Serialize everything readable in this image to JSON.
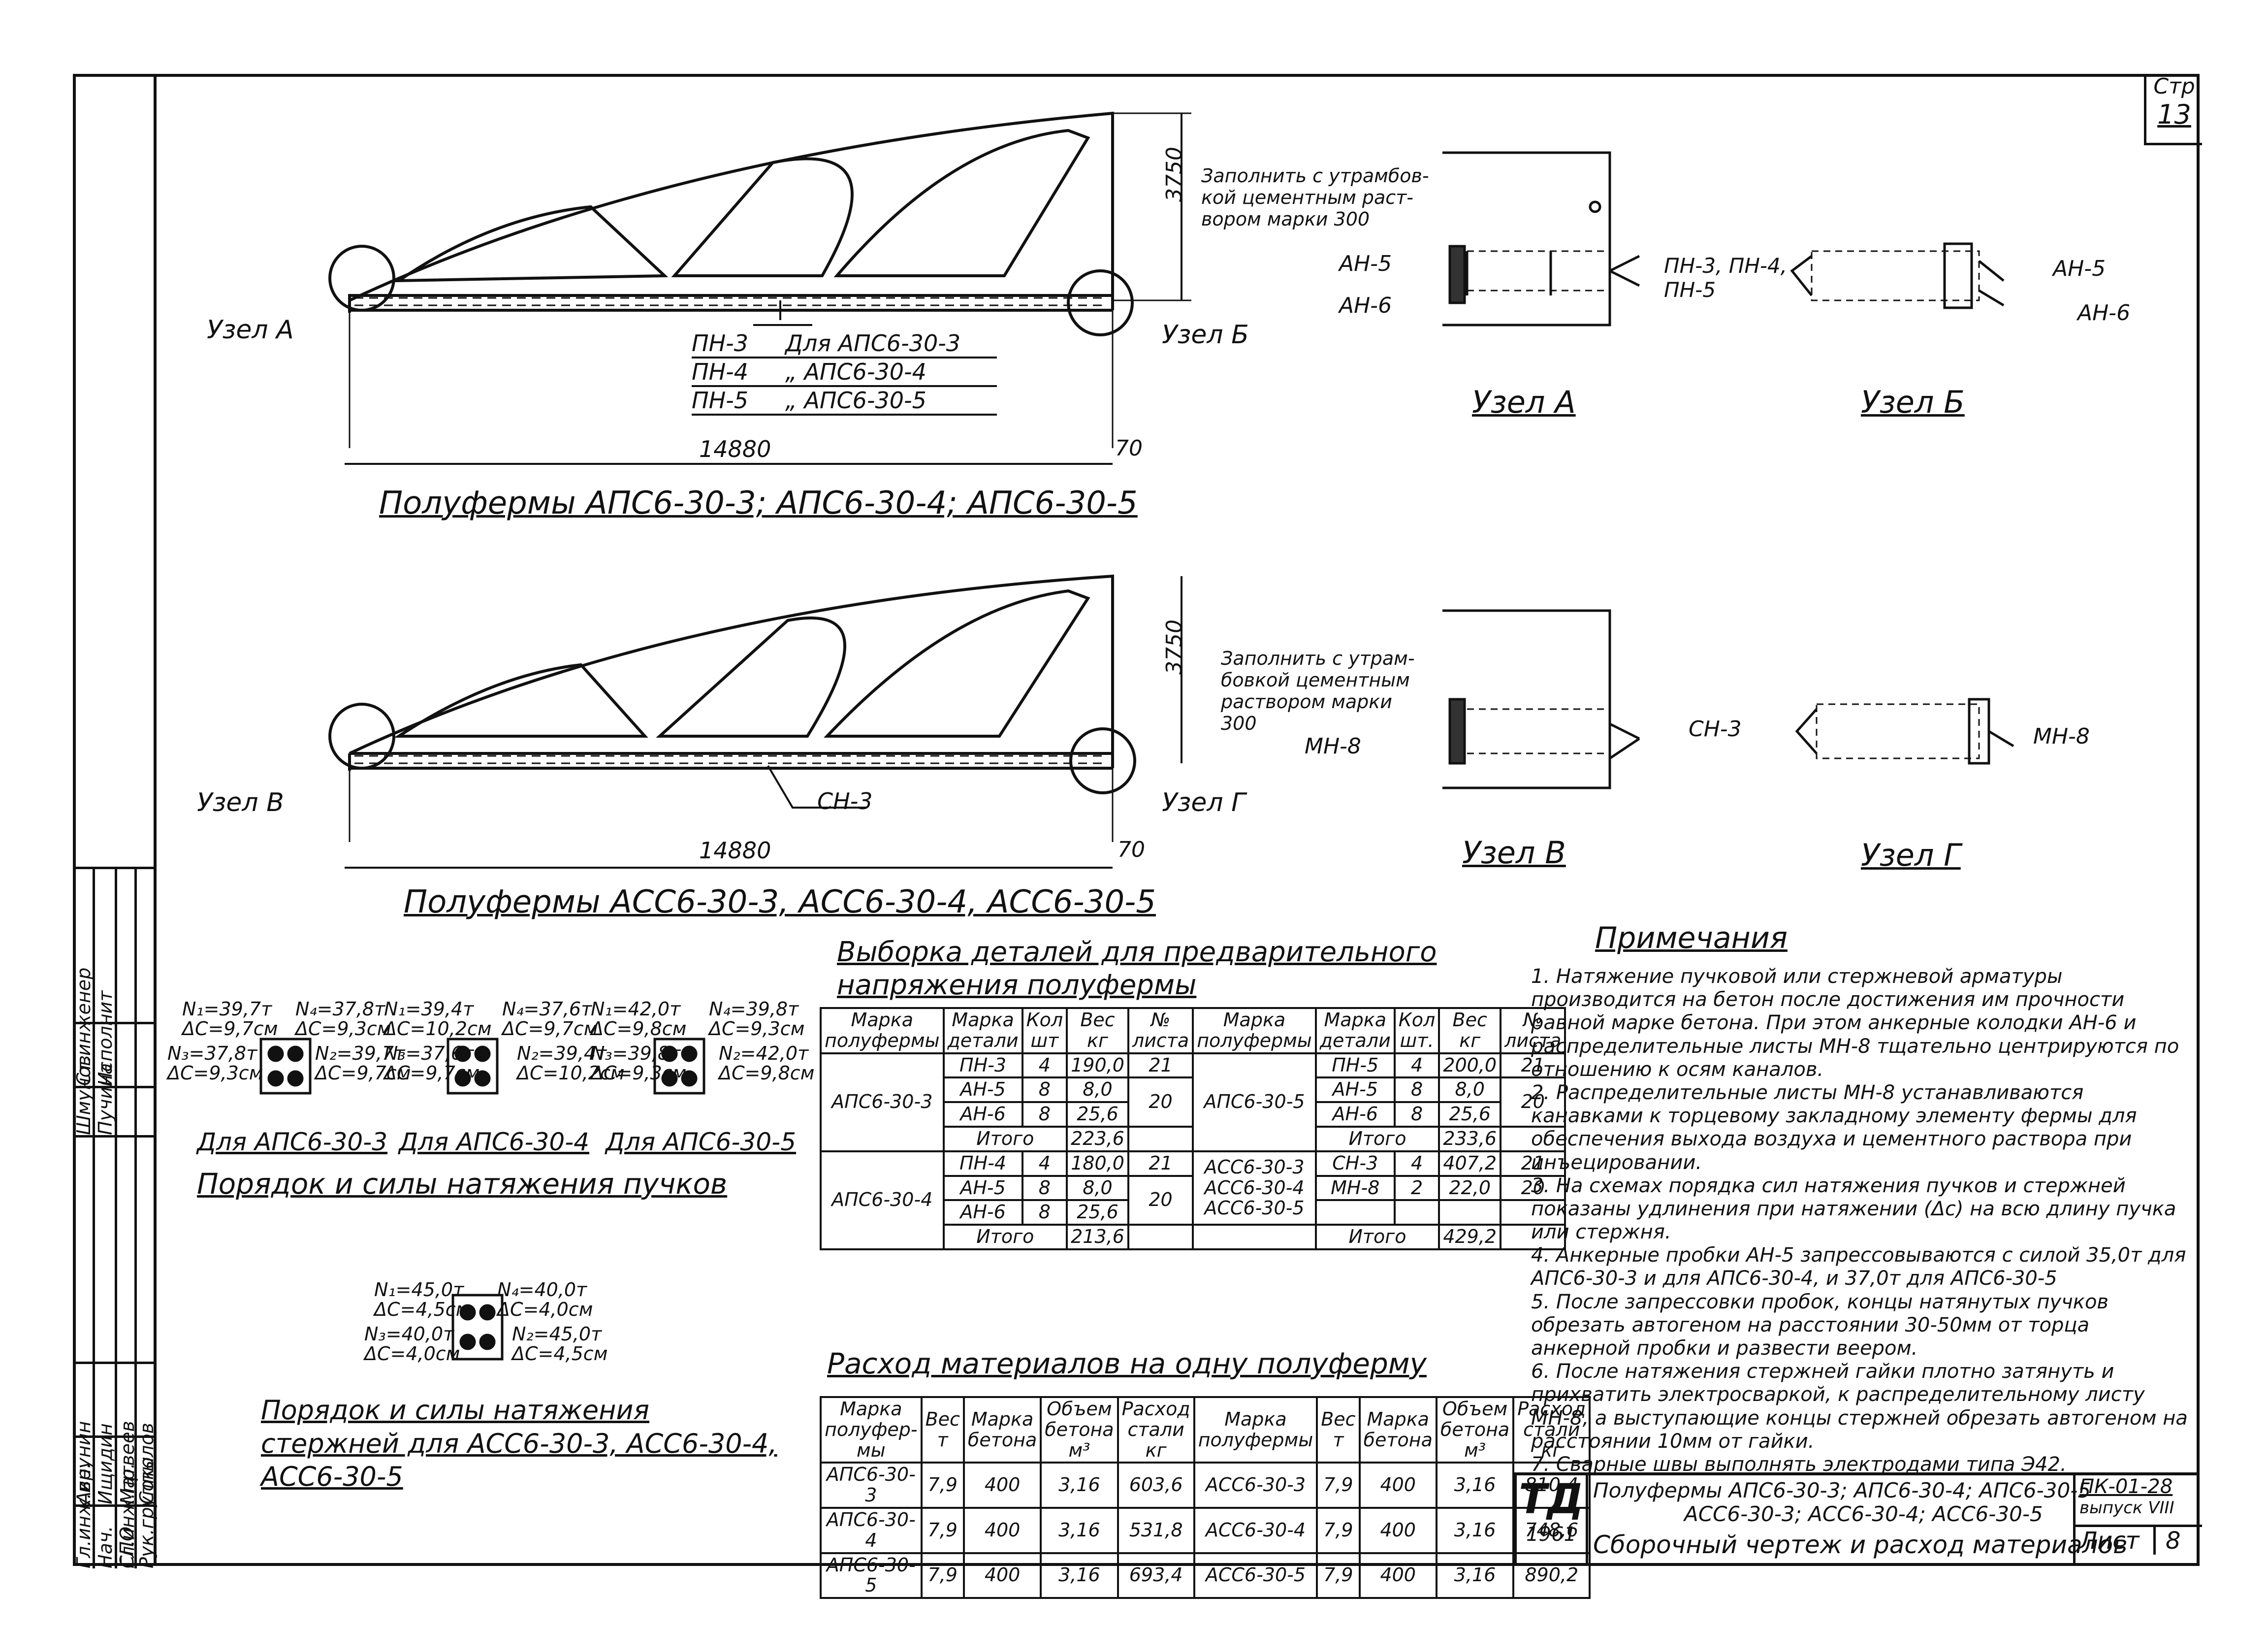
{
  "page": {
    "number_label": "Стр",
    "number": "13"
  },
  "truss1": {
    "title": "Полуфермы АПС6-30-3; АПС6-30-4; АПС6-30-5",
    "height": "3750",
    "length": "14880",
    "offset": "70",
    "node_left": "Узел А",
    "node_right": "Узел Б",
    "legend": [
      {
        "bar": "ПН-3",
        "for": "Для АПС6-30-3"
      },
      {
        "bar": "ПН-4",
        "for": "„ АПС6-30-4"
      },
      {
        "bar": "ПН-5",
        "for": "„ АПС6-30-5"
      }
    ]
  },
  "truss2": {
    "title": "Полуфермы АСС6-30-3, АСС6-30-4, АСС6-30-5",
    "height": "3750",
    "length": "14880",
    "offset": "70",
    "node_left": "Узел В",
    "node_right": "Узел Г",
    "bar": "СН-3"
  },
  "nodeAB": {
    "fill_note": "Заполнить с утрамбов-кой цементным раст-вором марки 300",
    "an5": "АН-5",
    "an6": "АН-6",
    "bars": "ПН-3, ПН-4, ПН-5",
    "caption_a": "Узел А",
    "caption_b": "Узел Б"
  },
  "nodeVG": {
    "fill_note": "Заполнить с утрам-бовкой цементным раствором марки 300",
    "mn8": "МН-8",
    "bar": "СН-3",
    "caption_v": "Узел В",
    "caption_g": "Узел Г"
  },
  "tension_bundles": {
    "title": "Порядок и силы натяжения пучков",
    "groups": [
      {
        "caption": "Для АПС6-30-3",
        "labels": [
          "N₁=39,7т",
          "ΔC=9,7см",
          "N₄=37,8т",
          "ΔC=9,3см",
          "N₃=37,8т",
          "ΔC=9,3см",
          "N₂=39,7т",
          "ΔC=9,7см"
        ]
      },
      {
        "caption": "Для АПС6-30-4",
        "labels": [
          "N₁=39,4т",
          "ΔC=10,2см",
          "N₄=37,6т",
          "ΔC=9,7см",
          "N₃=37,6т",
          "ΔC=9,7см",
          "N₂=39,4т",
          "ΔC=10,2см"
        ]
      },
      {
        "caption": "Для АПС6-30-5",
        "labels": [
          "N₁=42,0т",
          "ΔC=9,8см",
          "N₄=39,8т",
          "ΔC=9,3см",
          "N₃=39,8т",
          "ΔC=9,3см",
          "N₂=42,0т",
          "ΔC=9,8см"
        ]
      }
    ]
  },
  "tension_rods": {
    "title": "Порядок и силы натяжения стержней для АСС6-30-3, АСС6-30-4, АСС6-30-5",
    "labels": [
      "N₁=45,0т",
      "ΔC=4,5см",
      "N₄=40,0т",
      "ΔC=4,0см",
      "N₃=40,0т",
      "ΔC=4,0см",
      "N₂=45,0т",
      "ΔC=4,5см"
    ]
  },
  "details_table": {
    "title": "Выборка деталей для предварительного напряжения полуфермы",
    "headers": [
      "Марка полуфермы",
      "Марка детали",
      "Кол шт",
      "Вес кг",
      "№ листа",
      "Марка полуфермы",
      "Марка детали",
      "Кол шт.",
      "Вес кг",
      "№ листа"
    ],
    "left": [
      {
        "truss": "АПС6-30-3",
        "rows": [
          [
            "ПН-3",
            "4",
            "190,0",
            "21"
          ],
          [
            "АН-5",
            "8",
            "8,0",
            "20"
          ],
          [
            "АН-6",
            "8",
            "25,6",
            ""
          ]
        ],
        "total_label": "Итого",
        "total": "223,6"
      },
      {
        "truss": "АПС6-30-4",
        "rows": [
          [
            "ПН-4",
            "4",
            "180,0",
            "21"
          ],
          [
            "АН-5",
            "8",
            "8,0",
            "20"
          ],
          [
            "АН-6",
            "8",
            "25,6",
            ""
          ]
        ],
        "total_label": "Итого",
        "total": "213,6"
      }
    ],
    "right": [
      {
        "truss": "АПС6-30-5",
        "rows": [
          [
            "ПН-5",
            "4",
            "200,0",
            "21"
          ],
          [
            "АН-5",
            "8",
            "8,0",
            "20"
          ],
          [
            "АН-6",
            "8",
            "25,6",
            ""
          ]
        ],
        "total_label": "Итого",
        "total": "233,6"
      },
      {
        "truss": "АСС6-30-3 АСС6-30-4 АСС6-30-5",
        "rows": [
          [
            "СН-3",
            "4",
            "407,2",
            "21"
          ],
          [
            "МН-8",
            "2",
            "22,0",
            "20"
          ]
        ],
        "total_label": "Итого",
        "total": "429,2"
      }
    ]
  },
  "materials_table": {
    "title": "Расход материалов на одну полуферму",
    "headers": [
      "Марка полуфер-мы",
      "Вес т",
      "Марка бетона",
      "Объем бетона м³",
      "Расход стали кг",
      "Марка полуфермы",
      "Вес т",
      "Марка бетона",
      "Объем бетона м³",
      "Расход стали кг"
    ],
    "rows": [
      [
        "АПС6-30-3",
        "7,9",
        "400",
        "3,16",
        "603,6",
        "АСС6-30-3",
        "7,9",
        "400",
        "3,16",
        "810,4"
      ],
      [
        "АПС6-30-4",
        "7,9",
        "400",
        "3,16",
        "531,8",
        "АСС6-30-4",
        "7,9",
        "400",
        "3,16",
        "748,6"
      ],
      [
        "АПС6-30-5",
        "7,9",
        "400",
        "3,16",
        "693,4",
        "АСС6-30-5",
        "7,9",
        "400",
        "3,16",
        "890,2"
      ]
    ]
  },
  "notes": {
    "title": "Примечания",
    "items": [
      "1. Натяжение пучковой или стержневой арматуры производится на бетон после достижения им прочности равной марке бетона. При этом анкерные колодки АН-6 и распределительные листы МН-8 тщательно центрируются по отношению к осям каналов.",
      "2. Распределительные листы МН-8 устанавливаются канавками к торцевому закладному элементу фермы для обеспечения выхода воздуха и цементного раствора при инъецировании.",
      "3. На схемах порядка сил натяжения пучков и стержней показаны удлинения при натяжении (Δс) на всю длину пучка или стержня.",
      "4. Анкерные пробки АН-5 запрессовываются с силой 35,0т для АПС6-30-3 и для АПС6-30-4, и 37,0т для АПС6-30-5",
      "5. После запрессовки пробок, концы натянутых пучков обрезать автогеном на расстоянии 30-50мм от торца анкерной пробки и развести веером.",
      "6. После натяжения стержней гайки плотно затянуть и прихватить электросваркой, к распределительному листу МН-8, а выступающие концы стержней обрезать автогеном на расстоянии 10мм от гайки.",
      "7. Сварные швы выполнять электродами типа Э42."
    ]
  },
  "stamp": {
    "logo": "ТД",
    "year": "1961",
    "line1": "Полуфермы АПС6-30-3; АПС6-30-4; АПС6-30-5",
    "line2": "АСС6-30-3; АСС6-30-4; АСС6-30-5",
    "line3": "Сборочный чертеж и расход материалов",
    "code": "ПК-01-28",
    "issue": "выпуск VIII",
    "sheet_label": "Лист",
    "sheet": "8"
  },
  "side_stamp": {
    "rows": [
      [
        "Ст.инженер",
        "Шмунов"
      ],
      [
        "Исполнит",
        "Пучина"
      ],
      [
        "Гл.инж.ин.",
        "Аврунин"
      ],
      [
        "Нач. СПО",
        "Ищидин"
      ],
      [
        "Гл.инж.пр.",
        "Матвеев"
      ],
      [
        "Рук.группы",
        "Соколов"
      ]
    ]
  }
}
